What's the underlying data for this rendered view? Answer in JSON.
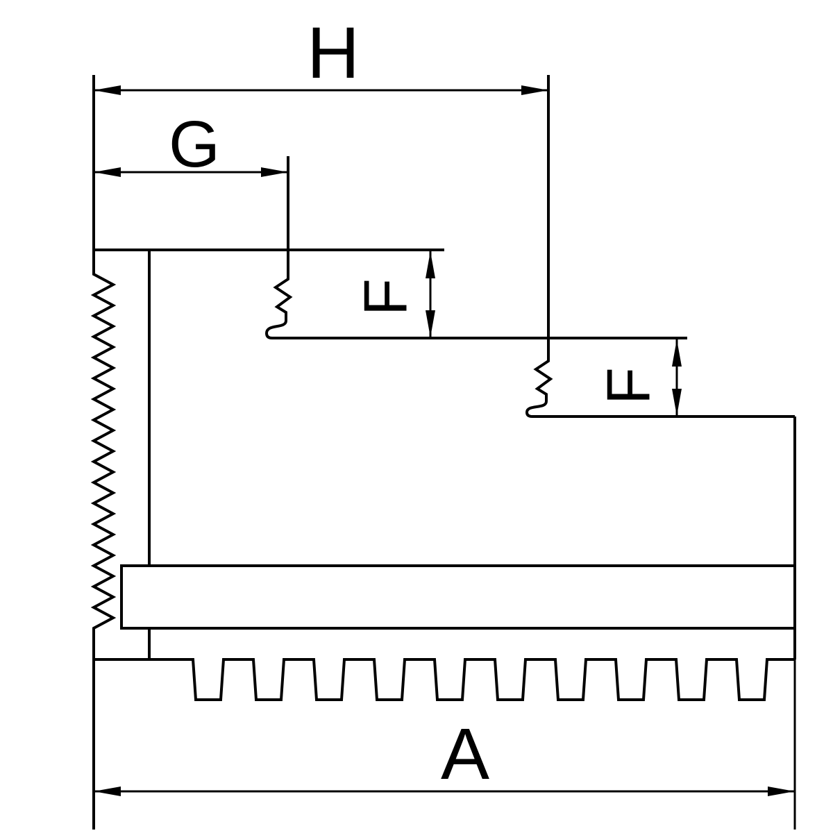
{
  "drawing": {
    "background_color": "#ffffff",
    "line_color": "#000000",
    "dimension_labels": {
      "overall_width_top": "H",
      "step_width": "G",
      "upper_step_height": "F",
      "lower_step_height": "F",
      "overall_width_bottom": "A"
    }
  }
}
